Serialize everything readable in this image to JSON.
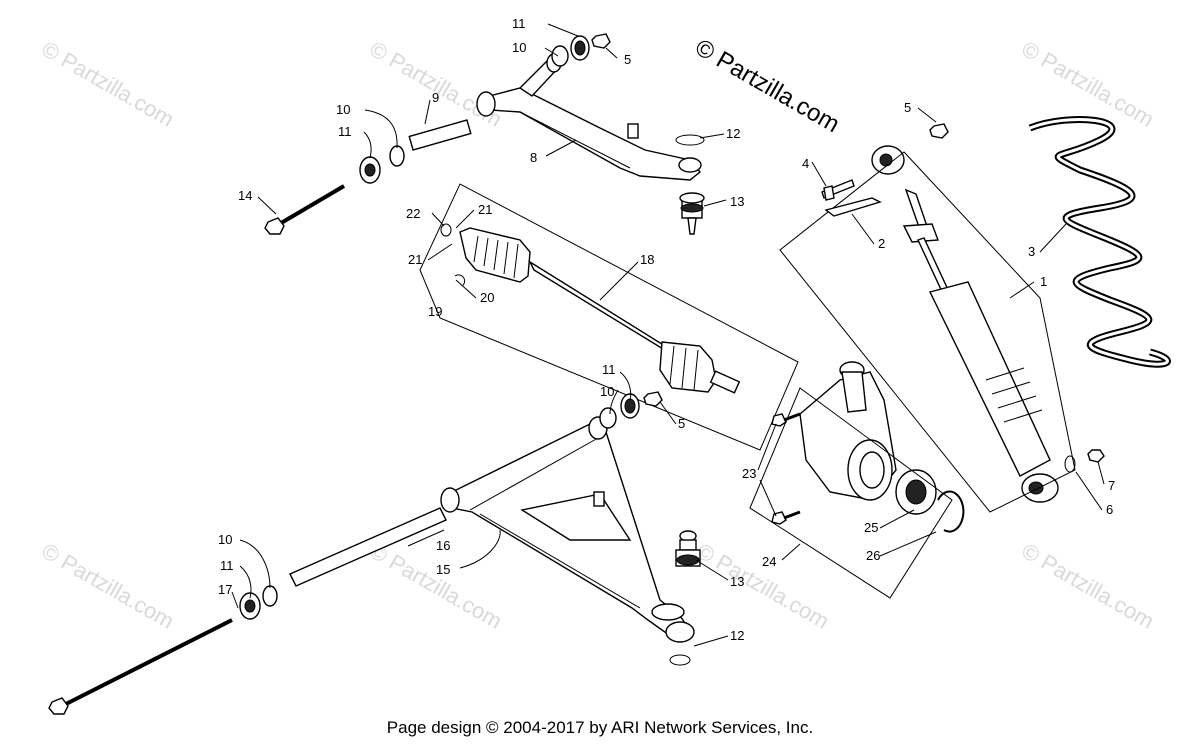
{
  "brand": "© Partzilla.com",
  "watermark": "© Partzilla.com",
  "footer": "Page design © 2004-2017 by ARI Network Services, Inc.",
  "callouts": [
    {
      "id": "c1",
      "label": "1"
    },
    {
      "id": "c2",
      "label": "2"
    },
    {
      "id": "c3",
      "label": "3"
    },
    {
      "id": "c4",
      "label": "4"
    },
    {
      "id": "c5a",
      "label": "5"
    },
    {
      "id": "c5b",
      "label": "5"
    },
    {
      "id": "c5c",
      "label": "5"
    },
    {
      "id": "c6",
      "label": "6"
    },
    {
      "id": "c7",
      "label": "7"
    },
    {
      "id": "c8",
      "label": "8"
    },
    {
      "id": "c9",
      "label": "9"
    },
    {
      "id": "c10a",
      "label": "10"
    },
    {
      "id": "c10b",
      "label": "10"
    },
    {
      "id": "c10c",
      "label": "10"
    },
    {
      "id": "c10d",
      "label": "10"
    },
    {
      "id": "c11a",
      "label": "11"
    },
    {
      "id": "c11b",
      "label": "11"
    },
    {
      "id": "c11c",
      "label": "11"
    },
    {
      "id": "c11d",
      "label": "11"
    },
    {
      "id": "c12a",
      "label": "12"
    },
    {
      "id": "c12b",
      "label": "12"
    },
    {
      "id": "c13a",
      "label": "13"
    },
    {
      "id": "c13b",
      "label": "13"
    },
    {
      "id": "c14",
      "label": "14"
    },
    {
      "id": "c15",
      "label": "15"
    },
    {
      "id": "c16",
      "label": "16"
    },
    {
      "id": "c17",
      "label": "17"
    },
    {
      "id": "c18",
      "label": "18"
    },
    {
      "id": "c19",
      "label": "19"
    },
    {
      "id": "c20",
      "label": "20"
    },
    {
      "id": "c21a",
      "label": "21"
    },
    {
      "id": "c21b",
      "label": "21"
    },
    {
      "id": "c22",
      "label": "22"
    },
    {
      "id": "c23",
      "label": "23"
    },
    {
      "id": "c24",
      "label": "24"
    },
    {
      "id": "c25",
      "label": "25"
    },
    {
      "id": "c26",
      "label": "26"
    }
  ]
}
